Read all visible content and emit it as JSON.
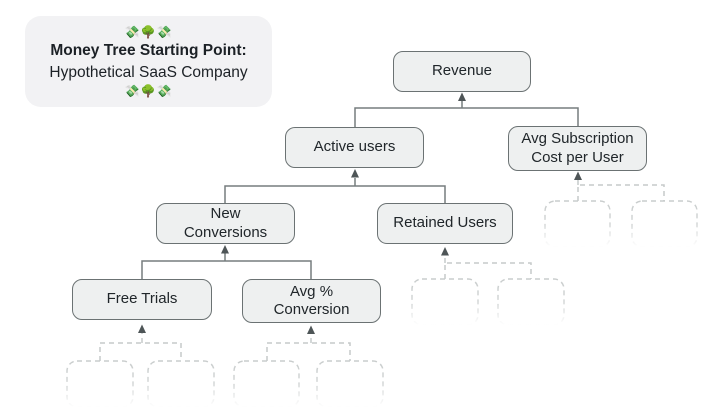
{
  "title_card": {
    "emoji_top": "💸🌳💸",
    "title_line1": "Money Tree Starting Point:",
    "title_line2": "Hypothetical SaaS Company",
    "emoji_bottom": "💸🌳💸"
  },
  "tree": {
    "nodes": {
      "revenue": {
        "label": "Revenue"
      },
      "active_users": {
        "label": "Active users"
      },
      "avg_subscription": {
        "label": "Avg Subscription Cost per User"
      },
      "new_conversions": {
        "label": "New Conversions"
      },
      "retained_users": {
        "label": "Retained Users"
      },
      "free_trials": {
        "label": "Free Trials"
      },
      "avg_pct_conversion": {
        "label": "Avg % Conversion"
      }
    },
    "edges": [
      {
        "from": "active_users",
        "to": "revenue",
        "style": "solid"
      },
      {
        "from": "avg_subscription",
        "to": "revenue",
        "style": "solid"
      },
      {
        "from": "new_conversions",
        "to": "active_users",
        "style": "solid"
      },
      {
        "from": "retained_users",
        "to": "active_users",
        "style": "solid"
      },
      {
        "from": "free_trials",
        "to": "new_conversions",
        "style": "solid"
      },
      {
        "from": "avg_pct_conversion",
        "to": "new_conversions",
        "style": "solid"
      }
    ],
    "placeholder_children": {
      "avg_subscription": 2,
      "retained_users": 2,
      "free_trials": 2,
      "avg_pct_conversion": 2
    }
  },
  "colors": {
    "background": "#ffffff",
    "card_fill": "#f2f2f4",
    "node_fill": "#eef0f0",
    "node_border": "#6b7273",
    "text": "#20262a",
    "connector": "#767d7e",
    "arrowhead": "#4e5557",
    "dashed_connector": "#c6caca"
  }
}
